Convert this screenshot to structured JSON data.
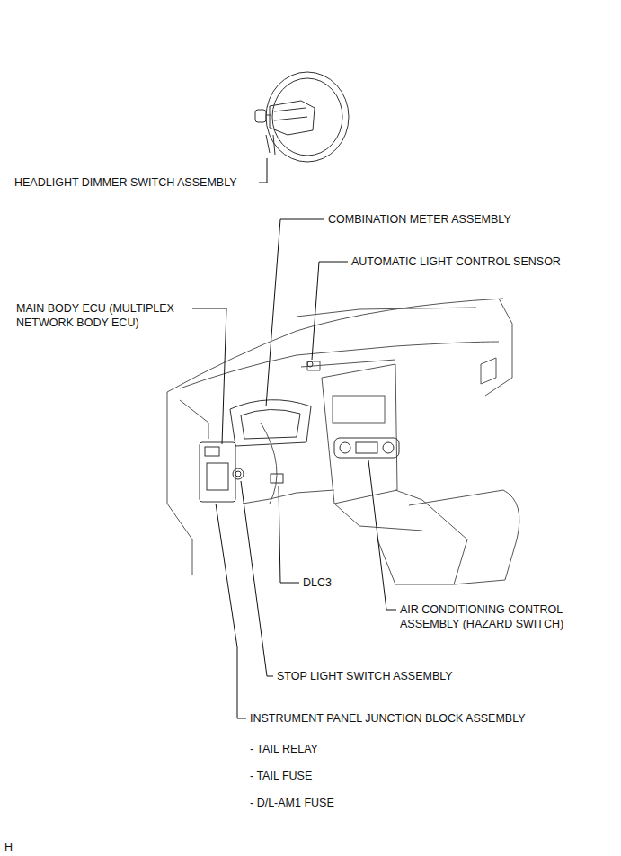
{
  "diagram": {
    "labels": [
      "HEADLIGHT DIMMER SWITCH ASSEMBLY",
      "COMBINATION METER ASSEMBLY",
      "AUTOMATIC LIGHT CONTROL SENSOR",
      "MAIN BODY ECU (MULTIPLEX NETWORK BODY ECU)",
      "DLC3",
      "AIR CONDITIONING CONTROL ASSEMBLY (HAZARD SWITCH)",
      "STOP LIGHT SWITCH ASSEMBLY",
      "INSTRUMENT PANEL JUNCTION BLOCK ASSEMBLY",
      "- TAIL RELAY",
      "- TAIL FUSE",
      "- D/L-AM1 FUSE",
      "H"
    ]
  }
}
